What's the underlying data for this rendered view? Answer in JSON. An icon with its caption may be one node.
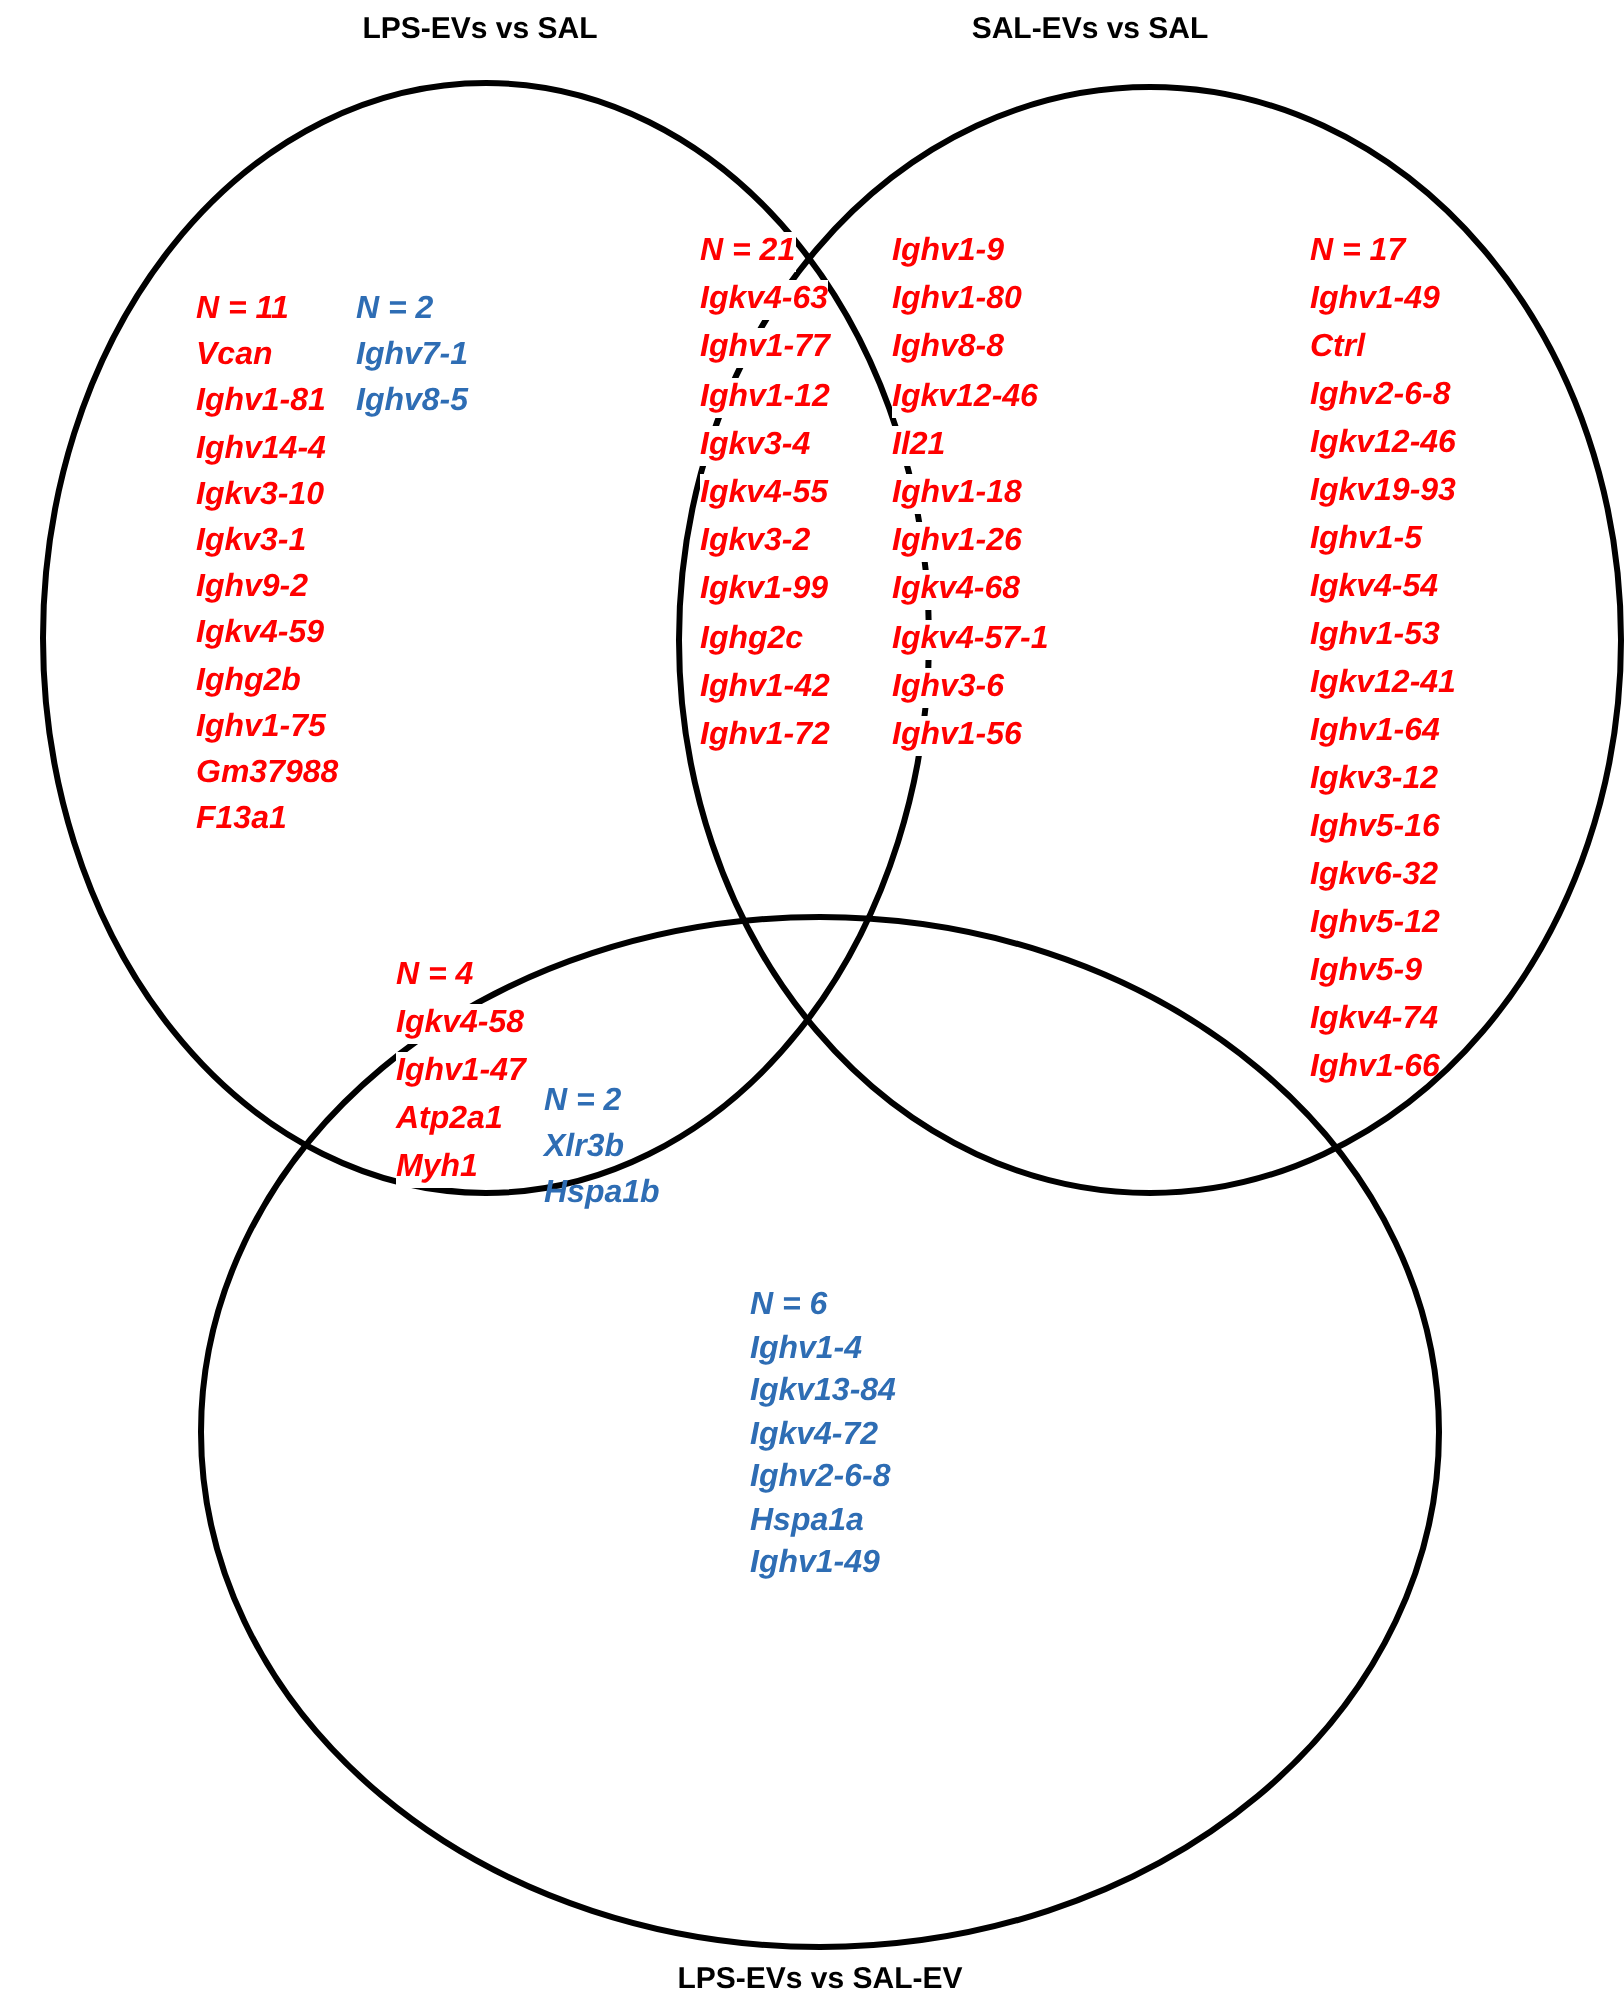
{
  "diagram": {
    "nodes": [
      {
        "text": [
          "LPS-EVs vs SAL"
        ]
      },
      {
        "text": [
          "SAL-EVs vs SAL"
        ]
      },
      {
        "text": [
          "LPS-EVs vs SAL-EV"
        ]
      }
    ],
    "edges": [],
    "labels": [
      "N = 11",
      "Vcan",
      "Ighv1-81",
      "Ighv14-4",
      "Igkv3-10",
      "Igkv3-1",
      "Ighv9-2",
      "Igkv4-59",
      "Ighg2b",
      "Ighv1-75",
      "Gm37988",
      "F13a1",
      "N = 2",
      "Ighv7-1",
      "Ighv8-5",
      "N = 21",
      "Igkv4-63",
      "Ighv1-77",
      "Ighv1-12",
      "Igkv3-4",
      "Igkv4-55",
      "Igkv3-2",
      "Igkv1-99",
      "Ighg2c",
      "Ighv1-42",
      "Ighv1-72",
      "Ighv1-9",
      "Ighv1-80",
      "Ighv8-8",
      "Igkv12-46",
      "Il21",
      "Ighv1-18",
      "Ighv1-26",
      "Igkv4-68",
      "Igkv4-57-1",
      "Ighv3-6",
      "Ighv1-56",
      "N = 17",
      "Ighv1-49",
      "Ctrl",
      "Ighv2-6-8",
      "Igkv12-46",
      "Igkv19-93",
      "Ighv1-5",
      "Igkv4-54",
      "Ighv1-53",
      "Igkv12-41",
      "Ighv1-64",
      "Igkv3-12",
      "Ighv5-16",
      "Igkv6-32",
      "Ighv5-12",
      "Ighv5-9",
      "Igkv4-74",
      "Ighv1-66",
      "N = 4",
      "Igkv4-58",
      "Ighv1-47",
      "Atp2a1",
      "Myh1",
      "N = 2",
      "Xlr3b",
      "Hspa1b",
      "N = 6",
      "Ighv1-4",
      "Igkv13-84",
      "Igkv4-72",
      "Ighv2-6-8",
      "Hspa1a",
      "Ighv1-49"
    ]
  }
}
